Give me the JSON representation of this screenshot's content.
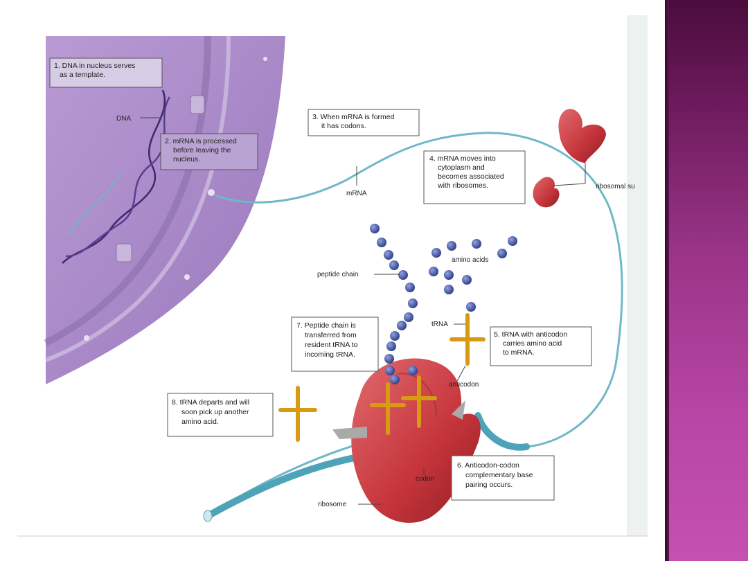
{
  "steps": {
    "s1": [
      "1. DNA in nucleus serves",
      "as a template."
    ],
    "s2": [
      "2. mRNA is processed",
      "before leaving the",
      "nucleus."
    ],
    "s3": [
      "3. When mRNA is formed",
      "it has codons."
    ],
    "s4": [
      "4. mRNA moves into",
      "cytoplasm and",
      "becomes associated",
      "with ribosomes."
    ],
    "s5": [
      "5. tRNA with anticodon",
      "carries amino acid",
      "to mRNA."
    ],
    "s6": [
      "6. Anticodon-codon",
      "complementary base",
      "pairing occurs."
    ],
    "s7": [
      "7. Peptide chain is",
      "transferred from",
      "resident tRNA to",
      "incoming tRNA."
    ],
    "s8": [
      "8. tRNA departs and will",
      "soon pick up another",
      "amino acid."
    ]
  },
  "labels": {
    "dna": "DNA",
    "mrna": "mRNA",
    "ribosomal_subunits": "ribosomal su",
    "amino_acids": "amino acids",
    "peptide_chain": "peptide chain",
    "trna": "tRNA",
    "anticodon": "anticodon",
    "codon": "codon",
    "ribosome": "ribosome"
  },
  "colors": {
    "sidebar_dark": "#4a0c3c",
    "sidebar_light": "#c451b2",
    "nucleus": "#a888c6",
    "mrna": "#6fb8c8",
    "ribosome": "#c23a3f",
    "trna": "#f0b42a",
    "amino_acid": "#3a4f9c"
  }
}
